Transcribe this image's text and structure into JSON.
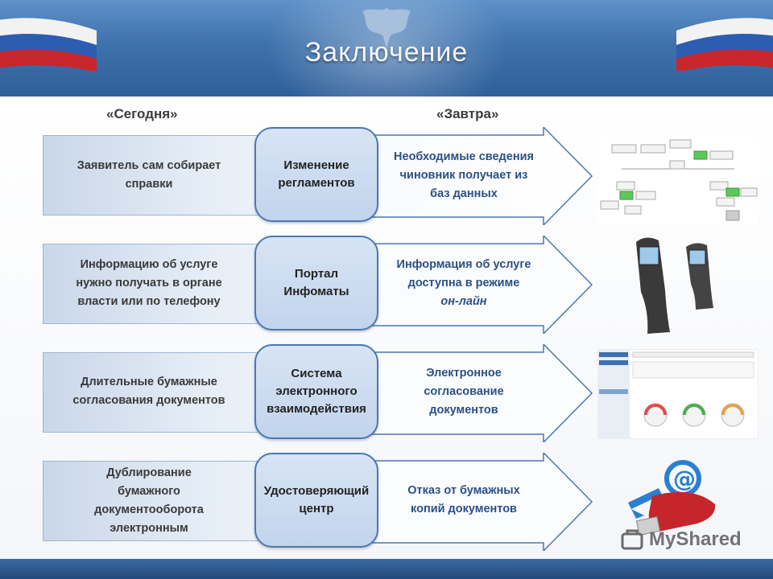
{
  "title": "Заключение",
  "columns": {
    "today": "«Сегодня»",
    "tomorrow": "«Завтра»"
  },
  "rows": [
    {
      "today": [
        "Заявитель сам собирает",
        "справки"
      ],
      "mechanism": [
        "Изменение",
        "регламентов"
      ],
      "tomorrow": [
        "Необходимые сведения",
        "чиновник получает из",
        "баз данных"
      ],
      "tomorrow_italic": "",
      "picture": "flowchart-diagram"
    },
    {
      "today": [
        "Информацию об услуге",
        "нужно получать в органе",
        "власти или по телефону"
      ],
      "mechanism": [
        "Портал",
        "Инфоматы"
      ],
      "tomorrow": [
        "Информация об услуге",
        "доступна в режиме"
      ],
      "tomorrow_italic": "он-лайн",
      "picture": "info-kiosk-image"
    },
    {
      "today": [
        "Длительные бумажные",
        "согласования документов"
      ],
      "mechanism": [
        "Система",
        "электронного",
        "взаимодействия"
      ],
      "tomorrow": [
        "Электронное",
        "согласование",
        "документов"
      ],
      "tomorrow_italic": "",
      "picture": "dashboard-screenshot"
    },
    {
      "today": [
        "Дублирование",
        "бумажного",
        "документооборота",
        "электронным"
      ],
      "mechanism": [
        "Удостоверяющий",
        "центр"
      ],
      "tomorrow": [
        "Отказ от бумажных",
        "копий документов"
      ],
      "tomorrow_italic": "",
      "picture": "usb-key-email-image"
    }
  ],
  "watermark": "MyShared",
  "colors": {
    "banner": "#3f72ad",
    "pill_border": "#4a78b2",
    "tomorrow_text": "#2b4f86",
    "arrow_border": "#4a78b2"
  }
}
